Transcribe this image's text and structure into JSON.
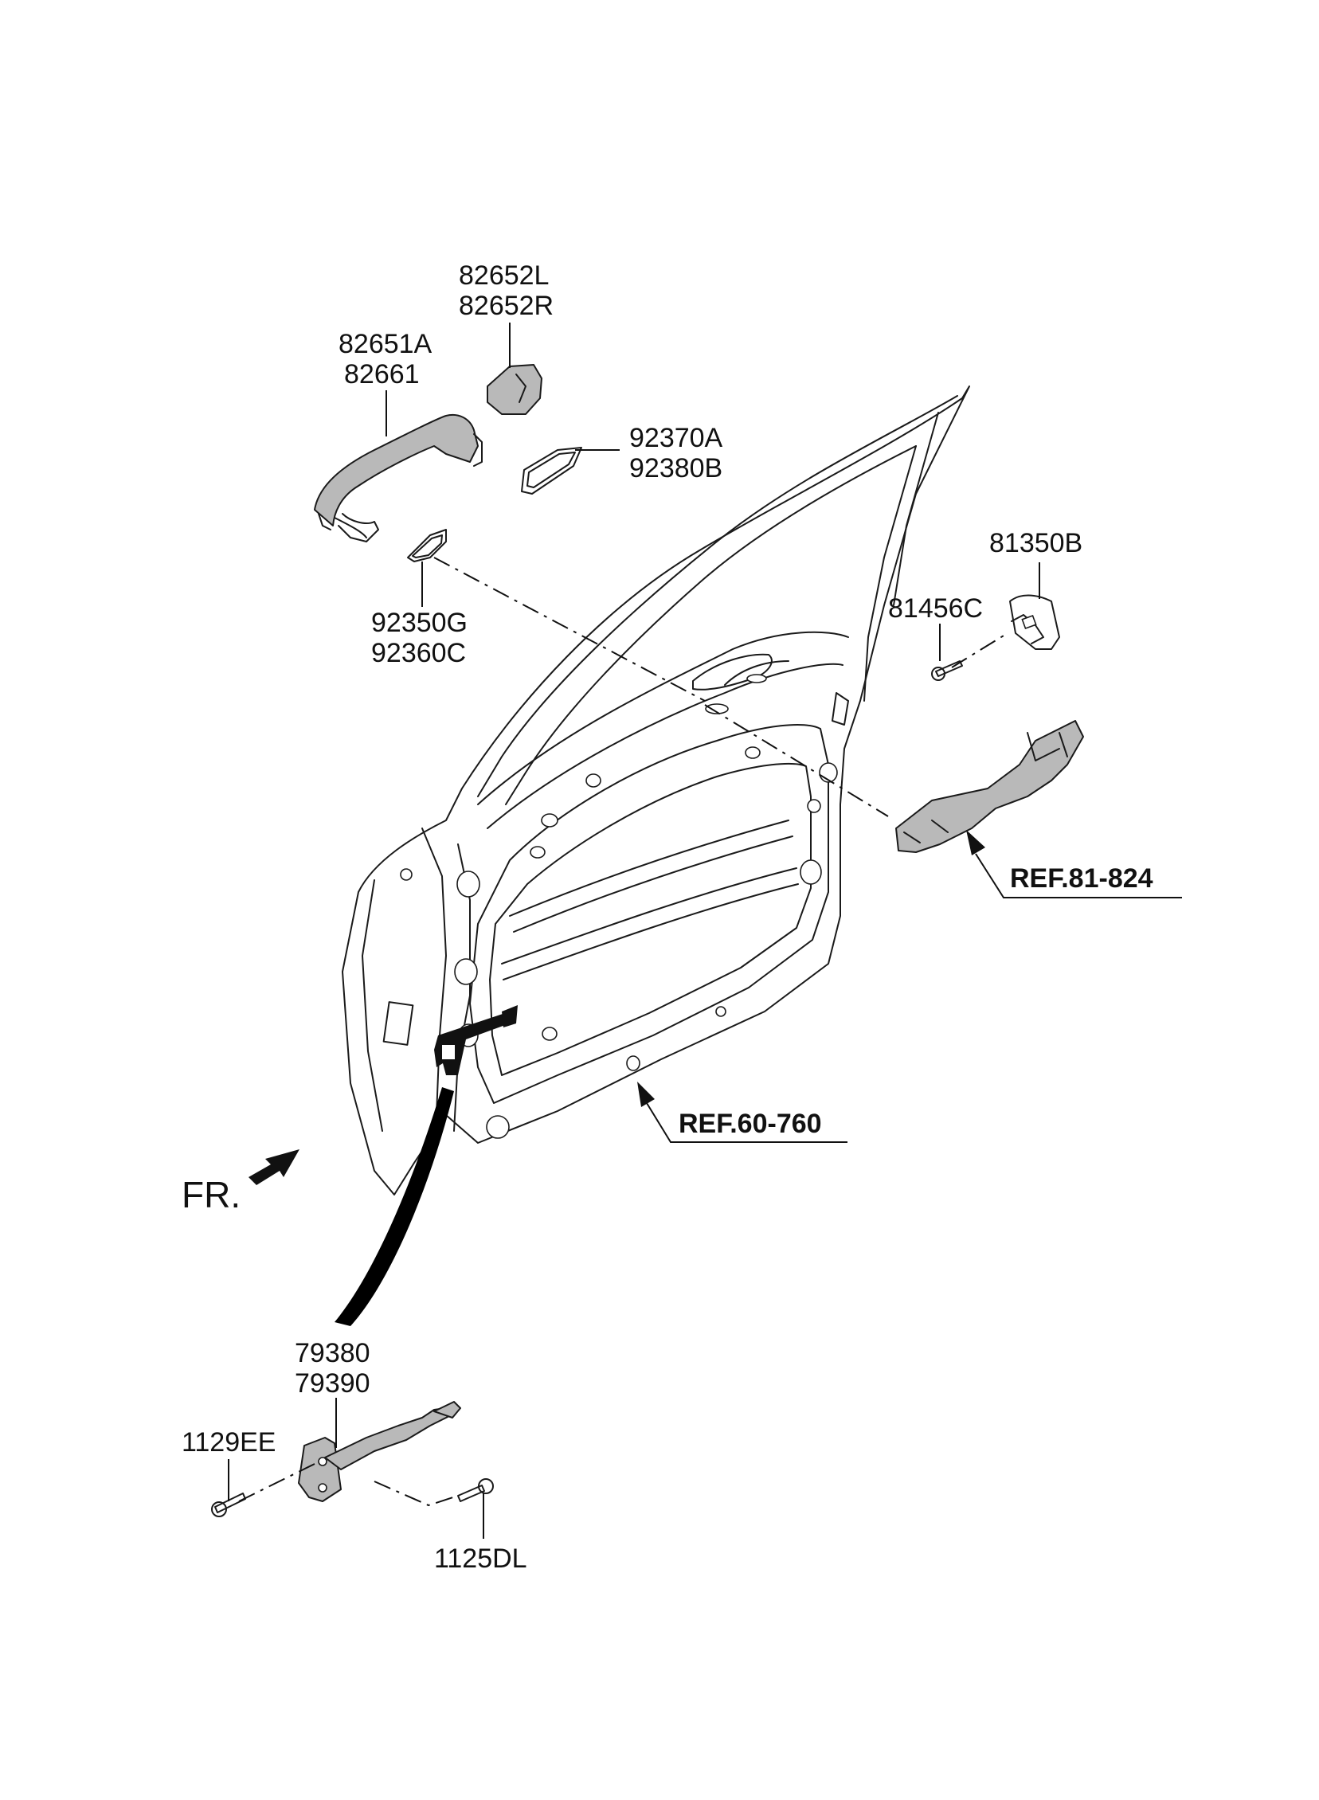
{
  "labels": {
    "p82652": [
      "82652L",
      "82652R"
    ],
    "p82651": [
      "82651A",
      "82661"
    ],
    "p92370": [
      "92370A",
      "92380B"
    ],
    "p92350": [
      "92350G",
      "92360C"
    ],
    "p81350": "81350B",
    "p81456": "81456C",
    "p79380": [
      "79380",
      "79390"
    ],
    "p1129": "1129EE",
    "p1125": "1125DL"
  },
  "refs": {
    "ref1": "REF.81-824",
    "ref2": "REF.60-760"
  },
  "direction": "FR."
}
